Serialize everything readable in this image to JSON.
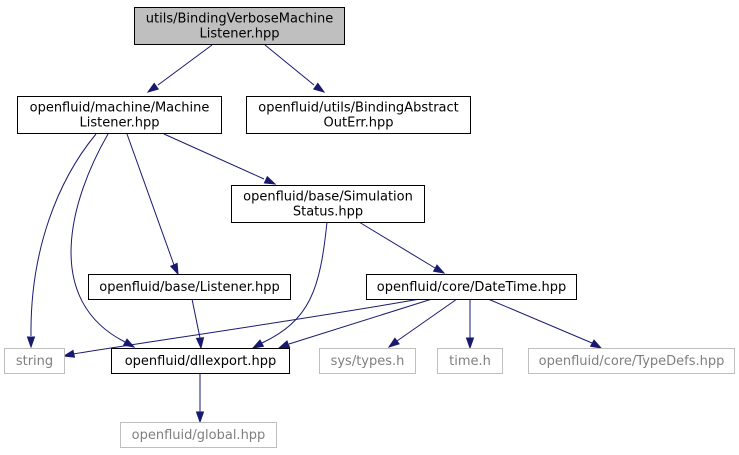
{
  "colors": {
    "edge": "#191970",
    "root_fill": "#bfbfbf",
    "node_border": "#000000",
    "external_border": "#bfbfbf",
    "external_text": "#7f7f7f"
  },
  "nodes": [
    {
      "id": "root",
      "lines": [
        "utils/BindingVerboseMachine",
        "Listener.hpp"
      ],
      "kind": "root"
    },
    {
      "id": "machine_listener",
      "lines": [
        "openfluid/machine/Machine",
        "Listener.hpp"
      ],
      "kind": "internal"
    },
    {
      "id": "binding_abstract",
      "lines": [
        "openfluid/utils/BindingAbstract",
        "OutErr.hpp"
      ],
      "kind": "internal"
    },
    {
      "id": "simulation_status",
      "lines": [
        "openfluid/base/Simulation",
        "Status.hpp"
      ],
      "kind": "internal"
    },
    {
      "id": "base_listener",
      "lines": [
        "openfluid/base/Listener.hpp"
      ],
      "kind": "internal"
    },
    {
      "id": "datetime",
      "lines": [
        "openfluid/core/DateTime.hpp"
      ],
      "kind": "internal"
    },
    {
      "id": "string",
      "lines": [
        "string"
      ],
      "kind": "external"
    },
    {
      "id": "dllexport",
      "lines": [
        "openfluid/dllexport.hpp"
      ],
      "kind": "internal"
    },
    {
      "id": "sys_types",
      "lines": [
        "sys/types.h"
      ],
      "kind": "external"
    },
    {
      "id": "time_h",
      "lines": [
        "time.h"
      ],
      "kind": "external"
    },
    {
      "id": "typedefs",
      "lines": [
        "openfluid/core/TypeDefs.hpp"
      ],
      "kind": "external"
    },
    {
      "id": "global",
      "lines": [
        "openfluid/global.hpp"
      ],
      "kind": "external"
    }
  ],
  "edges": [
    {
      "from": "root",
      "to": "machine_listener"
    },
    {
      "from": "root",
      "to": "binding_abstract"
    },
    {
      "from": "machine_listener",
      "to": "simulation_status"
    },
    {
      "from": "machine_listener",
      "to": "base_listener"
    },
    {
      "from": "machine_listener",
      "to": "string"
    },
    {
      "from": "machine_listener",
      "to": "dllexport"
    },
    {
      "from": "simulation_status",
      "to": "datetime"
    },
    {
      "from": "simulation_status",
      "to": "dllexport"
    },
    {
      "from": "base_listener",
      "to": "dllexport"
    },
    {
      "from": "datetime",
      "to": "string"
    },
    {
      "from": "datetime",
      "to": "dllexport"
    },
    {
      "from": "datetime",
      "to": "sys_types"
    },
    {
      "from": "datetime",
      "to": "time_h"
    },
    {
      "from": "datetime",
      "to": "typedefs"
    },
    {
      "from": "dllexport",
      "to": "global"
    }
  ]
}
